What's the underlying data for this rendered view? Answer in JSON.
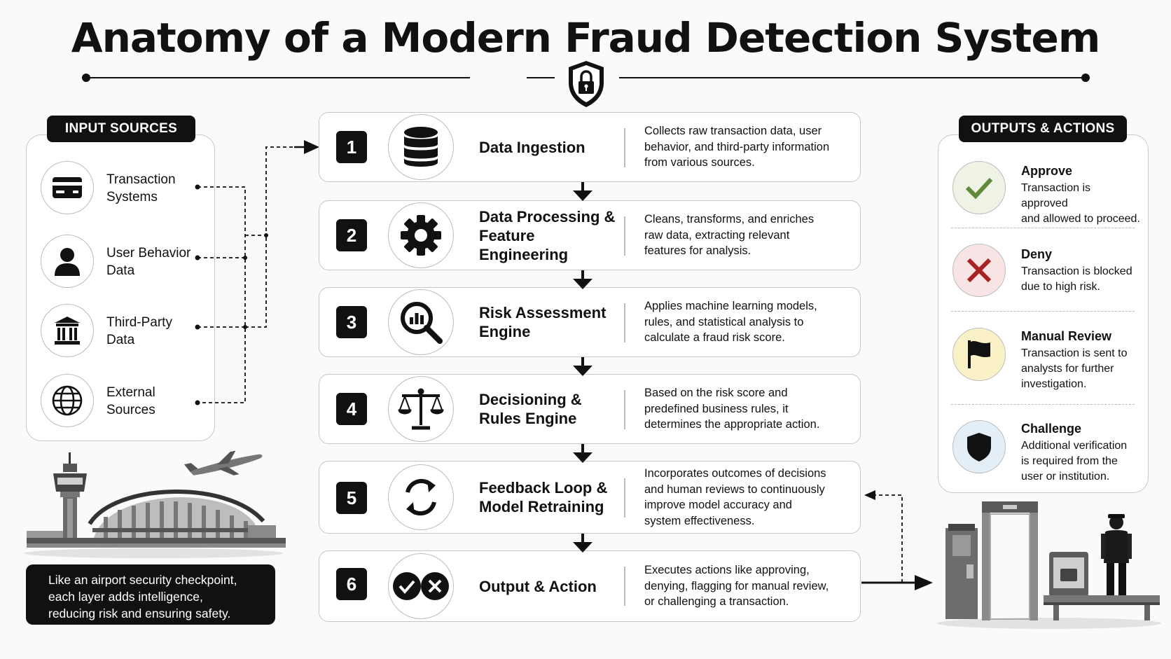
{
  "title": "Anatomy of a Modern Fraud Detection System",
  "icons": {
    "header": "lock-shield-icon"
  },
  "colors": {
    "approve_bg": "#eef3e6",
    "approve_icon": "#5e8a3a",
    "deny_bg": "#f8e4e4",
    "deny_icon": "#a72222",
    "review_bg": "#fbf1c6",
    "challenge_bg": "#e4eef7"
  },
  "input_sources": {
    "label": "INPUT SOURCES",
    "items": [
      {
        "line1": "Transaction",
        "line2": "Systems",
        "icon": "credit-card-icon"
      },
      {
        "line1": "User Behavior",
        "line2": "Data",
        "icon": "user-icon"
      },
      {
        "line1": "Third-Party",
        "line2": "Data",
        "icon": "building-icon"
      },
      {
        "line1": "External",
        "line2": "Sources",
        "icon": "globe-icon"
      }
    ]
  },
  "steps": [
    {
      "num": "1",
      "title_lines": [
        "Data Ingestion"
      ],
      "desc_lines": [
        "Collects raw transaction data, user",
        "behavior, and third-party information",
        "from various sources."
      ],
      "icon": "database-icon"
    },
    {
      "num": "2",
      "title_lines": [
        "Data Processing &",
        "Feature Engineering"
      ],
      "desc_lines": [
        "Cleans, transforms, and enriches",
        "raw data, extracting relevant",
        "features for analysis."
      ],
      "icon": "gear-icon"
    },
    {
      "num": "3",
      "title_lines": [
        "Risk Assessment",
        "Engine"
      ],
      "desc_lines": [
        "Applies machine learning models,",
        "rules, and statistical analysis to",
        "calculate a fraud risk score."
      ],
      "icon": "magnifier-chart-icon"
    },
    {
      "num": "4",
      "title_lines": [
        "Decisioning &",
        "Rules Engine"
      ],
      "desc_lines": [
        "Based on the risk score and",
        "predefined business rules, it",
        "determines the appropriate action."
      ],
      "icon": "scales-icon"
    },
    {
      "num": "5",
      "title_lines": [
        "Feedback Loop &",
        "Model Retraining"
      ],
      "desc_lines": [
        "Incorporates outcomes of decisions",
        "and human reviews to continuously",
        "improve model accuracy and",
        "system effectiveness."
      ],
      "icon": "refresh-cycle-icon"
    },
    {
      "num": "6",
      "title_lines": [
        "Output & Action"
      ],
      "desc_lines": [
        "Executes actions like approving,",
        "denying, flagging for manual review,",
        "or challenging a transaction."
      ],
      "icon": "check-x-icon"
    }
  ],
  "outputs": {
    "label": "OUTPUTS & ACTIONS",
    "items": [
      {
        "title": "Approve",
        "desc_lines": [
          "Transaction is approved",
          "and allowed to proceed."
        ],
        "icon": "check-icon"
      },
      {
        "title": "Deny",
        "desc_lines": [
          "Transaction is blocked",
          "due to high risk."
        ],
        "icon": "x-icon"
      },
      {
        "title": "Manual Review",
        "desc_lines": [
          "Transaction is sent to",
          "analysts for further",
          "investigation."
        ],
        "icon": "flag-icon"
      },
      {
        "title": "Challenge",
        "desc_lines": [
          "Additional verification",
          "is required from the",
          "user or institution."
        ],
        "icon": "shield-icon"
      }
    ]
  },
  "caption_lines": [
    "Like an airport security checkpoint,",
    "each layer adds intelligence,",
    "reducing risk and ensuring safety."
  ],
  "illustrations": {
    "left": "airport-terminal-illustration",
    "right": "security-checkpoint-illustration"
  }
}
